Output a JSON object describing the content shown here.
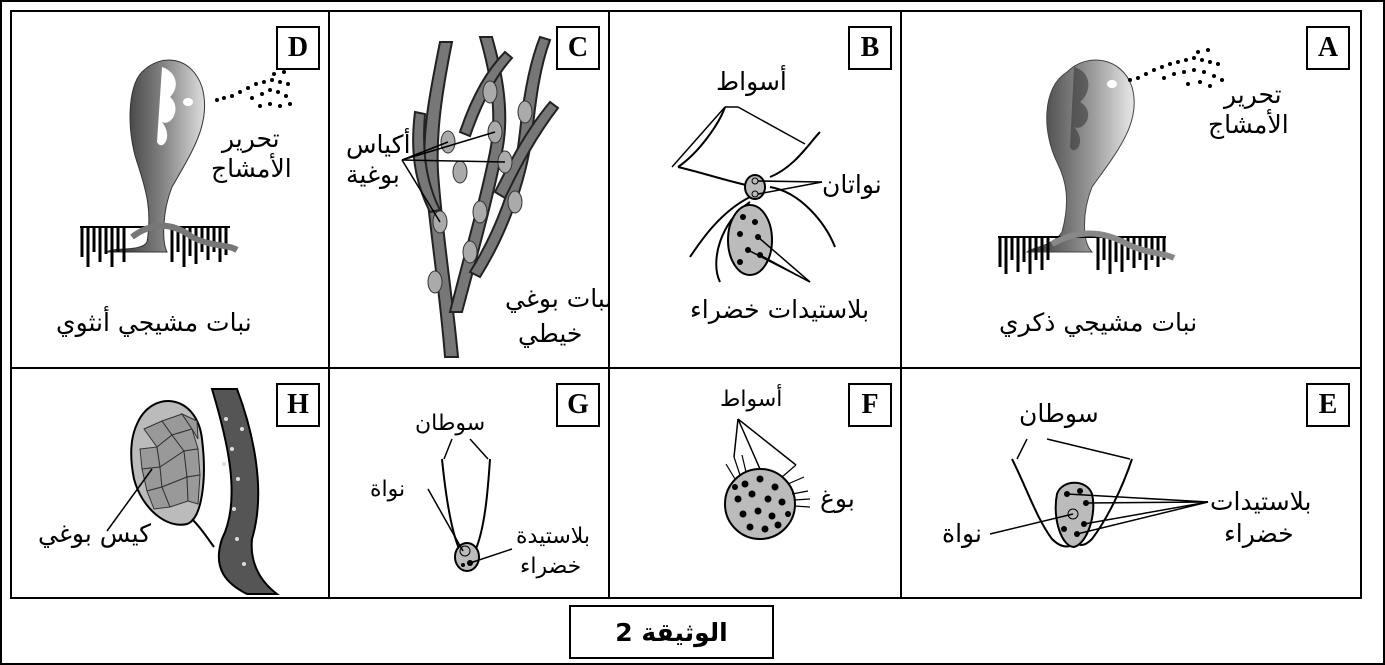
{
  "document": {
    "title": "الوثيقة 2"
  },
  "panels": {
    "A": {
      "letter": "A",
      "release": "تحرير",
      "gametes": "الأمشاج",
      "caption": "نبات مشيجي ذكري"
    },
    "B": {
      "letter": "B",
      "flagella": "أسواط",
      "nuclei": "نواتان",
      "plastids": "بلاستيدات خضراء"
    },
    "C": {
      "letter": "C",
      "sacs_1": "أكياس",
      "sacs_2": "بوغية",
      "caption_1": "نبات بوغي",
      "caption_2": "خيطي"
    },
    "D": {
      "letter": "D",
      "release": "تحرير",
      "gametes": "الأمشاج",
      "caption": "نبات مشيجي أنثوي"
    },
    "E": {
      "letter": "E",
      "cilia": "سوطان",
      "nucleus": "نواة",
      "plastids_1": "بلاستيدات",
      "plastids_2": "خضراء"
    },
    "F": {
      "letter": "F",
      "flagella": "أسواط",
      "spore": "بوغ"
    },
    "G": {
      "letter": "G",
      "cilia": "سوطان",
      "nucleus": "نواة",
      "plastid_1": "بلاستيدة",
      "plastid_2": "خضراء"
    },
    "H": {
      "letter": "H",
      "caption": "كيس بوغي"
    }
  }
}
